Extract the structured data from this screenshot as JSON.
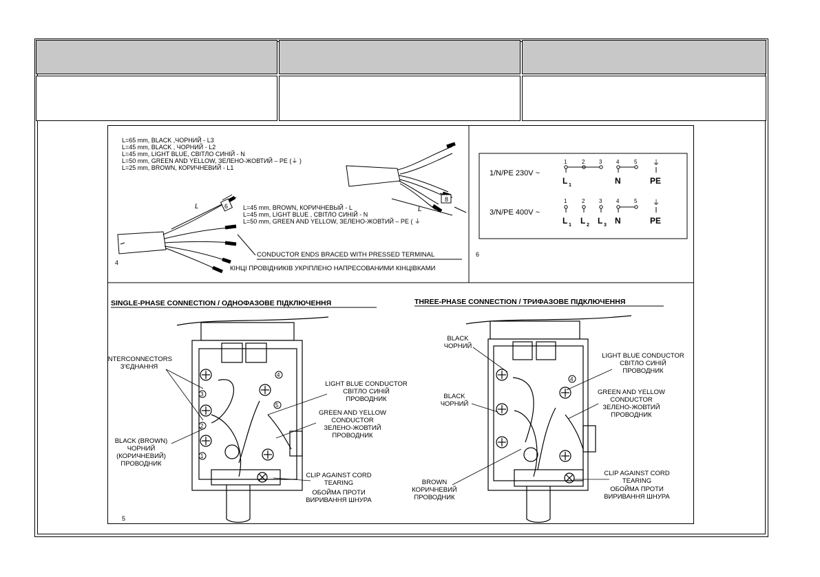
{
  "header_cells": [
    "",
    "",
    ""
  ],
  "body_cells": [
    "",
    "",
    ""
  ],
  "fig4": {
    "number": "4",
    "lengths_5wire": [
      "L=65 mm, BLACK ,ЧОРНИЙ -  L3",
      "L=45 mm, BLACK , ЧОРНИЙ - L2",
      "L=45 mm, LIGHT BLUE, СВІТЛО СИНІЙ - N",
      "L=50 mm, GREEN AND YELLOW, ЗЕЛЕНО-ЖОВТИЙ – PE (⏚ )",
      "L=25 mm, BROWN,  КОРИЧНЕВИЙ - L1"
    ],
    "lengths_3wire": [
      "L=45 mm, BROWN, КОРИЧНЕВЫЙ  - L",
      "L=45 mm, LIGHT BLUE , СВІТЛО СИНІЙ - N",
      "L=50 mm, GREEN AND YELLOW, ЗЕЛЕНО-ЖОВТИЙ – PE ( ⏚"
    ],
    "dim_L": "L",
    "dim_8": "8",
    "conductor_en": "CONDUCTOR ENDS BRACED WITH PRESSED TERMINAL",
    "conductor_uk": "КІНЦІ ПРОВІДНИКІВ УКРІПЛЕНО НАПРЕСОВАНИМИ КІНЦІВКАМИ"
  },
  "fig6": {
    "number": "6",
    "row1_label": "1/N/PE  230V ~",
    "row2_label": "3/N/PE  400V ~",
    "terminals": [
      "1",
      "2",
      "3",
      "4",
      "5"
    ],
    "row1_labels": {
      "l1": "L",
      "l1_sub": "1",
      "n": "N",
      "pe": "PE"
    },
    "row2_labels": {
      "l1": "L",
      "l1_sub": "1",
      "l2": "L",
      "l2_sub": "2",
      "l3": "L",
      "l3_sub": "3",
      "n": "N",
      "pe": "PE"
    },
    "earth_symbol": "⏚"
  },
  "fig5": {
    "number": "5",
    "single_title": "SINGLE-PHASE CONNECTION / ОДНОФАЗОВЕ ПІДКЛЮЧЕННЯ",
    "three_title": "THREE-PHASE CONNECTION / ТРИФАЗОВЕ ПІДКЛЮЧЕННЯ",
    "single": {
      "interconnectors": [
        "INTERCONNECTORS",
        "З'ЄДНАННЯ"
      ],
      "black_brown": [
        "BLACK (BROWN)",
        "ЧОРНИЙ",
        "(КОРИЧНЕВИЙ)",
        "ПРОВОДНИК"
      ],
      "light_blue": [
        "LIGHT BLUE CONDUCTOR",
        "СВІТЛО СИНІЙ",
        "ПРОВОДНИК"
      ],
      "green_yellow": [
        "GREEN AND YELLOW",
        "CONDUCTOR",
        "ЗЕЛЕНО-ЖОВТИЙ",
        "ПРОВОДНИК"
      ],
      "clip": [
        "CLIP AGAINST CORD",
        "TEARING",
        "ОБОЙМА ПРОТИ",
        "ВИРИВАННЯ ШНУРА"
      ],
      "terminal_nums": [
        "1",
        "2",
        "3",
        "4",
        "5"
      ]
    },
    "three": {
      "black_top": [
        "BLACK",
        "ЧОРНИЙ"
      ],
      "black_mid": [
        "BLACK",
        "ЧОРНИЙ"
      ],
      "brown": [
        "BROWN",
        "КОРИЧНЕВИЙ",
        "ПРОВОДНИК"
      ],
      "light_blue": [
        "LIGHT BLUE CONDUCTOR",
        "СВІТЛО СИНІЙ",
        "ПРОВОДНИК"
      ],
      "green_yellow": [
        "GREEN AND YELLOW",
        "CONDUCTOR",
        "ЗЕЛЕНО-ЖОВТИЙ",
        "ПРОВОДНИК"
      ],
      "clip": [
        "CLIP AGAINST CORD",
        "TEARING",
        "ОБОЙМА ПРОТИ",
        "ВИРИВАННЯ ШНУРА"
      ],
      "terminal_nums": [
        "4"
      ]
    }
  }
}
